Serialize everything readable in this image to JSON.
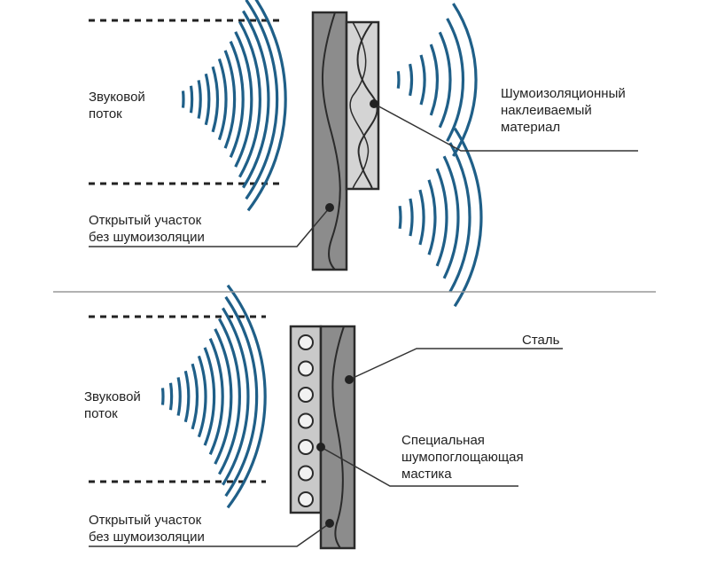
{
  "colors": {
    "wave": "#1f5f88",
    "panel_fill": "#8c8c8c",
    "panel_stroke": "#2b2b2b",
    "material_fill": "#d4d4d4",
    "mastic_fill": "#c9c9c9",
    "line": "#333333"
  },
  "top": {
    "sound_flow": [
      "Звуковой",
      "поток"
    ],
    "material": [
      "Шумоизоляционный",
      "наклеиваемый",
      "материал"
    ],
    "open_area": [
      "Открытый участок",
      "без шумоизоляции"
    ]
  },
  "bottom": {
    "sound_flow": [
      "Звуковой",
      "поток"
    ],
    "steel": "Сталь",
    "mastic": [
      "Специальная",
      "шумопоглощающая",
      "мастика"
    ],
    "open_area": [
      "Открытый участок",
      "без шумоизоляции"
    ]
  }
}
